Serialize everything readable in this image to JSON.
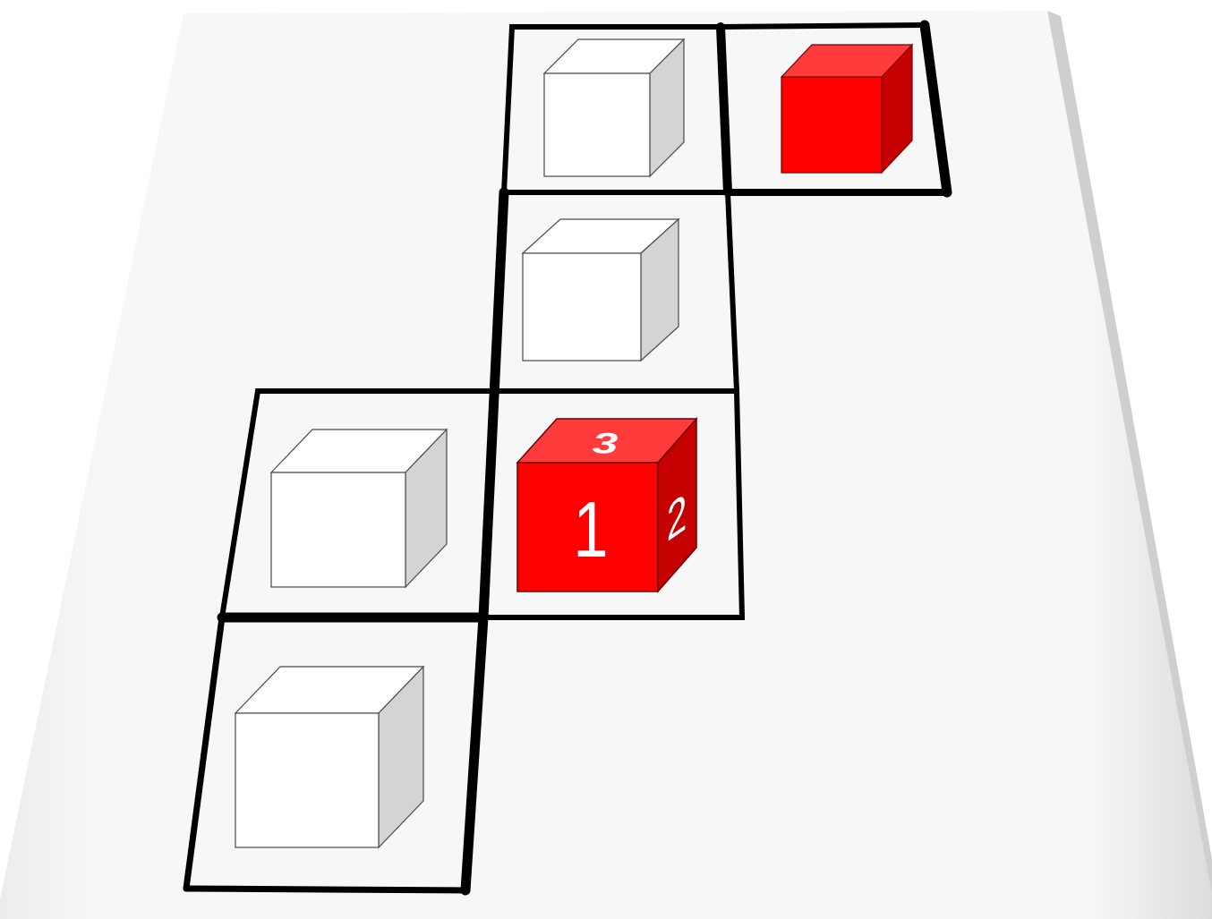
{
  "board": {
    "paper_color": "#f3f3f3",
    "line_color": "#000000",
    "cells": [
      {
        "id": "top-left",
        "cube": "white"
      },
      {
        "id": "top-right",
        "cube": "red"
      },
      {
        "id": "upper-middle",
        "cube": "white"
      },
      {
        "id": "center-left",
        "cube": "white"
      },
      {
        "id": "center",
        "cube": "red-numbered"
      },
      {
        "id": "bottom-left",
        "cube": "white"
      }
    ]
  },
  "colors": {
    "red_front": "#ff0000",
    "red_top": "#ff3b3b",
    "red_side": "#c40000",
    "white_front": "#ffffff",
    "white_top": "#ffffff",
    "white_side": "#d4d4d4",
    "edge": "#4a4a4a"
  },
  "numbered_cube": {
    "top_label": "3",
    "front_label": "1",
    "side_label": "2"
  }
}
